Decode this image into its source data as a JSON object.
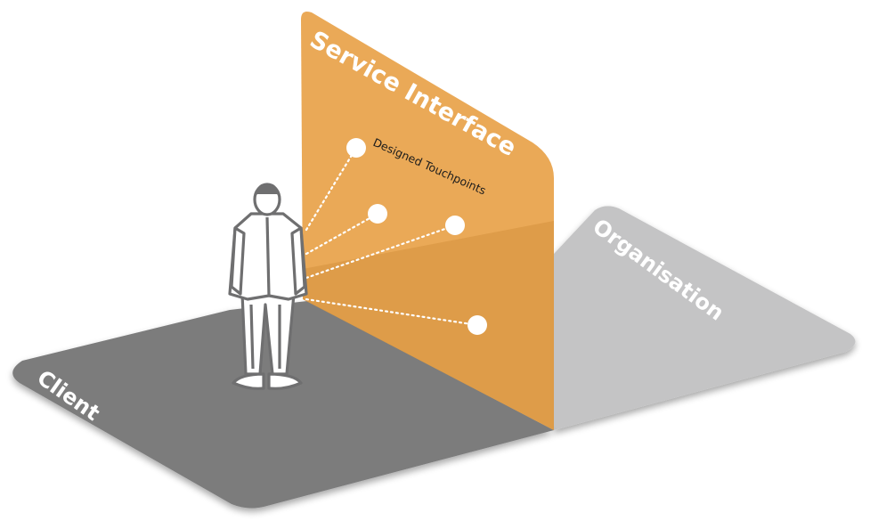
{
  "labels": {
    "service_interface": "Service Interface",
    "designed_touchpoints": "Designed Touchpoints",
    "organisation": "Organisation",
    "client": "Client"
  },
  "colors": {
    "client_plane": "#7b7b7c",
    "organisation_plane": "#c4c4c5",
    "interface_panel": "#e8a24a",
    "touchpoint": "#ffffff",
    "person_outline": "#6f6f70"
  },
  "icons": {
    "person": "person-figure-icon",
    "touchpoint": "circle-dot-icon"
  }
}
